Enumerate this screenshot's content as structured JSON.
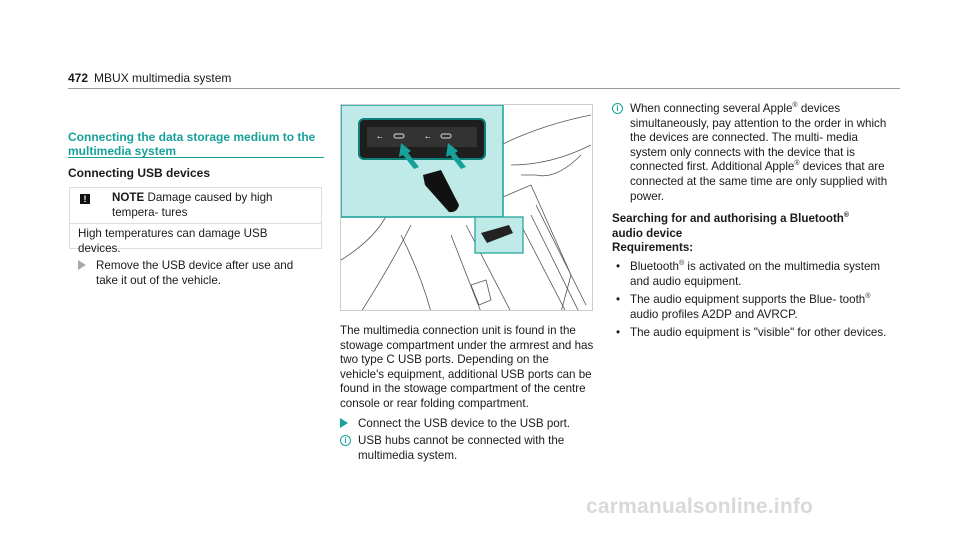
{
  "header": {
    "page_number": "472",
    "section": "MBUX multimedia system"
  },
  "heading": "Connecting the data storage medium to the multimedia system",
  "subheading": "Connecting USB devices",
  "note": {
    "label": "NOTE",
    "title": "Damage caused by high tempera- tures",
    "text": "High temperatures can damage USB devices.",
    "action": "Remove the USB device after use and take it out of the vehicle."
  },
  "column2": {
    "paragraph": "The multimedia connection unit is found in the stowage compartment under the armrest and has two type C USB ports. Depending on the vehicle's equipment, additional USB ports can be found in the stowage compartment of the centre console or rear folding compartment.",
    "action": "Connect the USB device to the USB port.",
    "info": "USB hubs cannot be connected with the multimedia system."
  },
  "column3": {
    "info_pre": "When connecting several Apple",
    "info_mid": " devices simultaneously, pay attention to the order in which the devices are connected. The multi- media system only connects with the device that is connected first. Additional Apple",
    "info_post": " devices that are connected at the same time are only supplied with power.",
    "reg": "®",
    "heading_line1": "Searching for and authorising a Bluetooth",
    "heading_line2": "audio device",
    "requirements": "Requirements:",
    "bullets": [
      {
        "pre": "Bluetooth",
        "post": " is activated on the multimedia system and audio equipment."
      },
      {
        "pre": "The audio equipment supports the Blue- tooth",
        "post": " audio profiles A2DP and AVRCP."
      },
      {
        "pre": "The audio equipment is \"visible\" for other devices.",
        "post": ""
      }
    ]
  },
  "watermark": "carmanualsonline.info",
  "colors": {
    "accent": "#17a19a",
    "highlight": "#bfeae8"
  }
}
